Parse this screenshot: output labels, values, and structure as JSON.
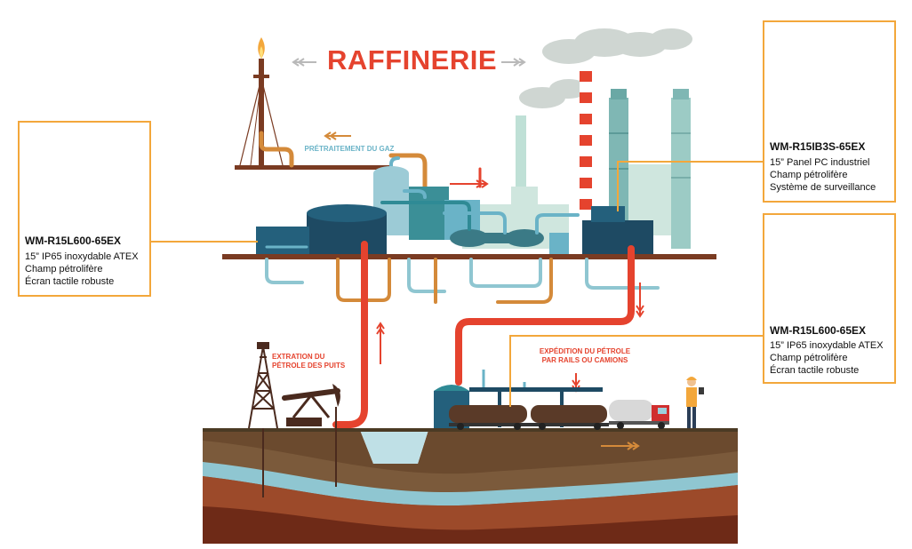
{
  "title": "RAFFINERIE",
  "labels": {
    "gas_pretreatment": "PRÉTRAITEMENT DU GAZ",
    "extraction": [
      "EXTRATION DU",
      "PÉTROLE DES PUITS"
    ],
    "shipping": [
      "EXPÉDITION DU PÉTROLE",
      "PAR RAILS OU CAMIONS"
    ]
  },
  "products": [
    {
      "model": "WM-R15L600-65EX",
      "lines": [
        "15” IP65 inoxydable ATEX",
        "Champ pétrolifère",
        "Écran tactile robuste"
      ]
    },
    {
      "model": "WM-R15IB3S-65EX",
      "lines": [
        "15” Panel PC industriel",
        "Champ pétrolifère",
        "Système de surveillance"
      ]
    },
    {
      "model": "WM-R15L600-65EX",
      "lines": [
        "15” IP65 inoxydable ATEX",
        "Champ pétrolifère",
        "Écran tactile robuste"
      ]
    }
  ],
  "colors": {
    "accent_orange": "#f3a73b",
    "red": "#e5432e",
    "teal": "#2f8a95",
    "navy": "#1e4a63",
    "brown": "#7a3b22",
    "pipe_orange": "#d48a3a",
    "pipe_light": "#8fc6d1"
  }
}
